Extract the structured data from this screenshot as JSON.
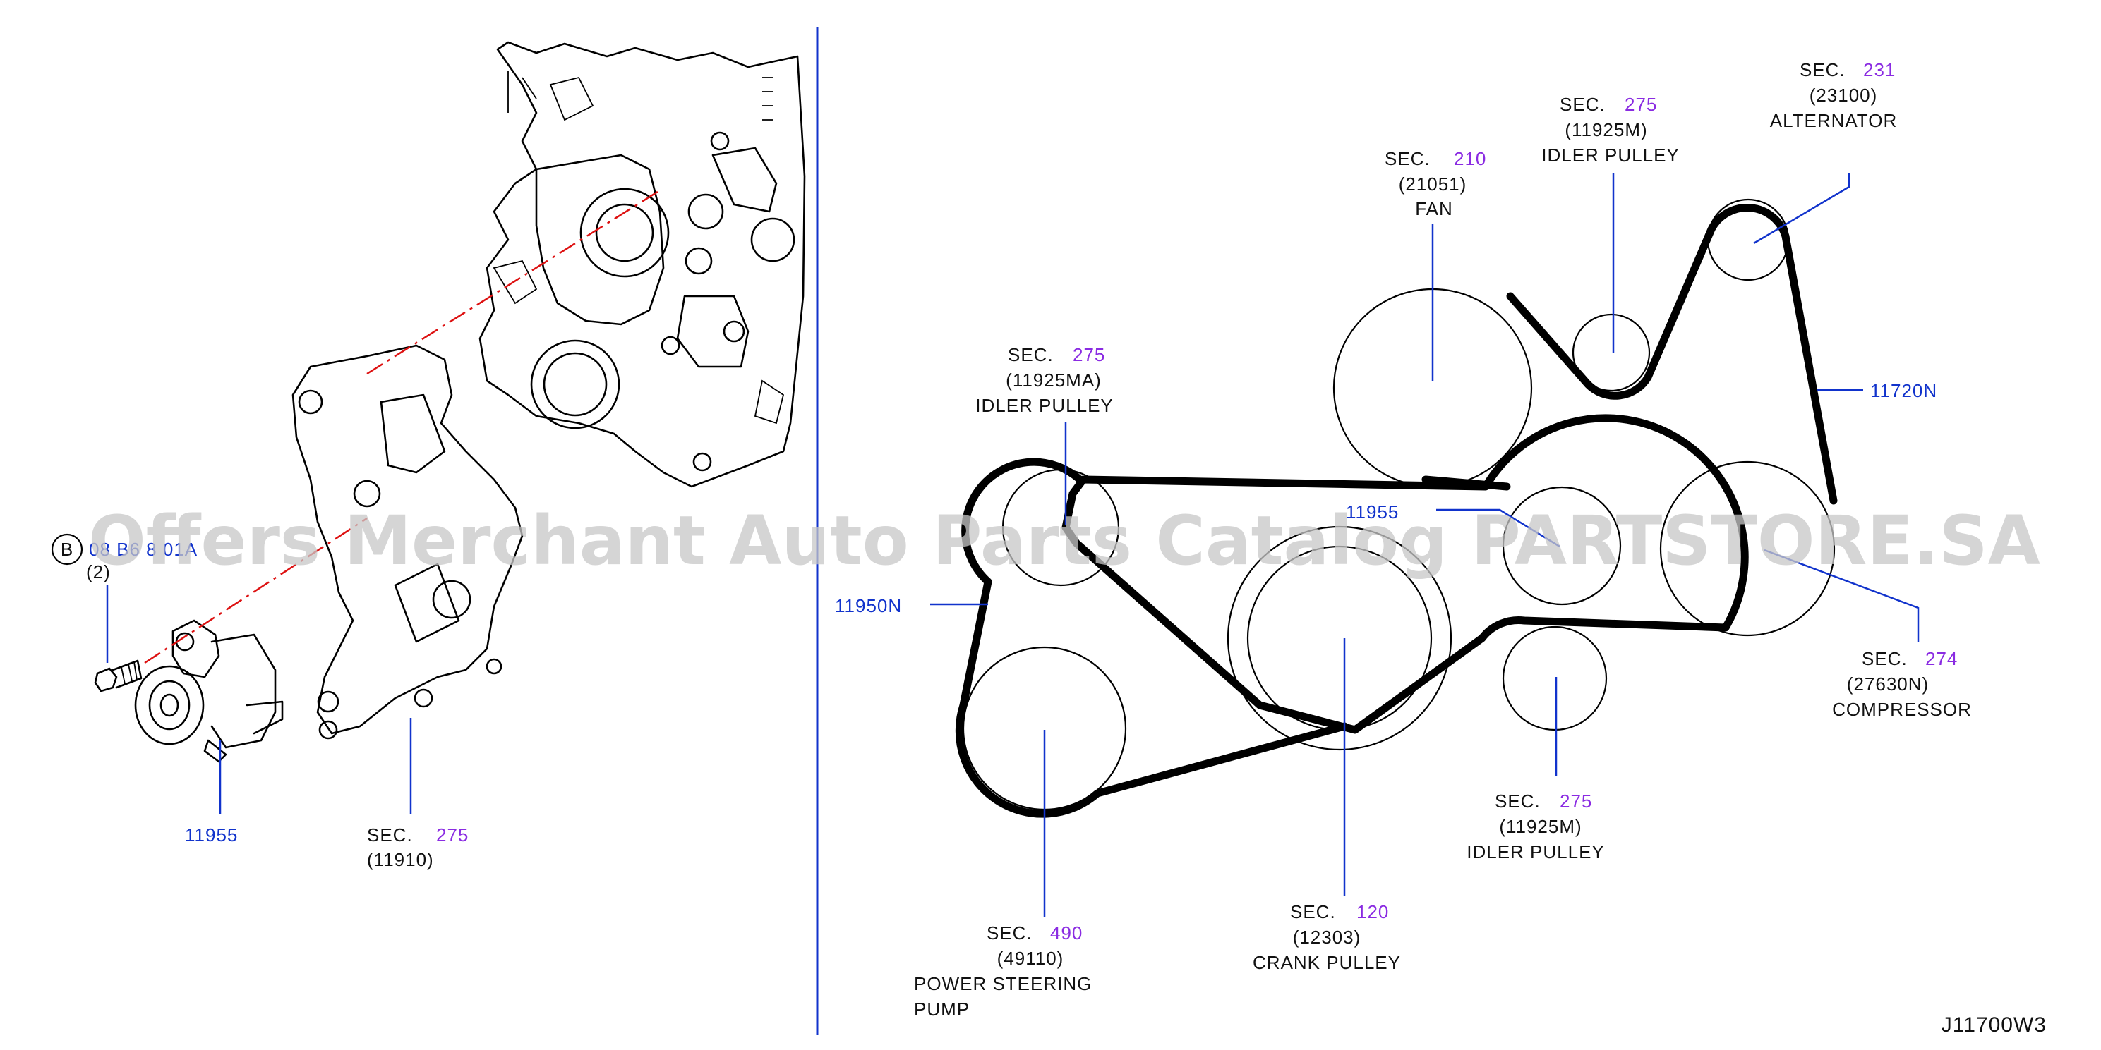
{
  "left": {
    "bolt": {
      "circle_letter": "B",
      "code": "08  B6  8  01A",
      "qty": "(2)"
    },
    "tensioner": {
      "part": "11955"
    },
    "bracket": {
      "sec_prefix": "SEC.",
      "sec_num": "275",
      "code": "(11910)"
    }
  },
  "right": {
    "fan": {
      "sec_prefix": "SEC.",
      "sec_num": "210",
      "code": "(21051)",
      "name": "FAN"
    },
    "idler_top": {
      "sec_prefix": "SEC.",
      "sec_num": "275",
      "code": "(11925M)",
      "name": "IDLER   PULLEY"
    },
    "alternator": {
      "sec_prefix": "SEC.",
      "sec_num": "231",
      "code": "(23100)",
      "name": "ALTERNATOR"
    },
    "belt_main": {
      "part": "11720N"
    },
    "idler_left": {
      "sec_prefix": "SEC.",
      "sec_num": "275",
      "code": "(11925MA)",
      "name": "IDLER   PULLEY"
    },
    "tensioner": {
      "part": "11955"
    },
    "belt_ps": {
      "part": "11950N"
    },
    "compressor": {
      "sec_prefix": "SEC.",
      "sec_num": "274",
      "code": "(27630N)",
      "name": "COMPRESSOR"
    },
    "idler_bottom": {
      "sec_prefix": "SEC.",
      "sec_num": "275",
      "code": "(11925M)",
      "name": "IDLER   PULLEY"
    },
    "crank": {
      "sec_prefix": "SEC.",
      "sec_num": "120",
      "code": "(12303)",
      "name": "CRANK   PULLEY"
    },
    "power_steering": {
      "sec_prefix": "SEC.",
      "sec_num": "490",
      "code": "(49110)",
      "name1": "POWER   STEERING",
      "name2": "PUMP"
    }
  },
  "watermark": "Offers Merchant Auto Parts Catalog PARTSTORE.SA",
  "diagram_code": "J11700W3"
}
